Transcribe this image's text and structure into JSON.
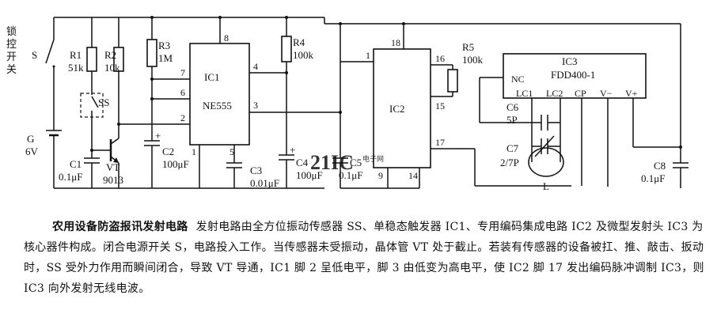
{
  "switch": {
    "name": "S",
    "label_chars": [
      "锁",
      "控",
      "开",
      "关"
    ]
  },
  "battery": {
    "name": "G",
    "value": "6V"
  },
  "r1": {
    "name": "R1",
    "value": "51k"
  },
  "r2": {
    "name": "R2",
    "value": "10k"
  },
  "r3": {
    "name": "R3",
    "value": "1M"
  },
  "r4": {
    "name": "R4",
    "value": "100k"
  },
  "r5": {
    "name": "R5",
    "value": "100k"
  },
  "ss": {
    "name": "SS"
  },
  "c1": {
    "name": "C1",
    "value": "0.1μF"
  },
  "c2": {
    "name": "C2",
    "value": "100μF",
    "polarity": "+"
  },
  "c3": {
    "name": "C3",
    "value": "0.01μF"
  },
  "c4": {
    "name": "C4",
    "value": "100μF",
    "polarity": "+"
  },
  "c5": {
    "name": "C5",
    "value": "0.1μF"
  },
  "c6": {
    "name": "C6",
    "value": "5P"
  },
  "c7": {
    "name": "C7",
    "value": "2/7P"
  },
  "c8": {
    "name": "C8",
    "value": "0.1μF"
  },
  "vt": {
    "name": "VT",
    "value": "9013"
  },
  "coil": {
    "name": "L"
  },
  "ic1": {
    "name": "IC1",
    "part": "NE555",
    "pins": {
      "p8": "8",
      "p7": "7",
      "p6": "6",
      "p2": "2",
      "p4": "4",
      "p3": "3",
      "p1": "1",
      "p5": "5"
    }
  },
  "ic2": {
    "name": "IC2",
    "pins": {
      "p1": "1",
      "p18": "18",
      "p16": "16",
      "p15": "15",
      "p17": "17",
      "p9": "9",
      "p14": "14"
    }
  },
  "ic3": {
    "name": "IC3",
    "part": "FDD400-1",
    "pins": {
      "nc": "NC",
      "lc1": "LC1",
      "lc2": "LC2",
      "cp": "CP",
      "vm": "V−",
      "vp": "V+"
    }
  },
  "watermark": {
    "main": "21IC",
    "sub": "电子网"
  },
  "caption": {
    "title": "农用设备防盗报讯发射电路",
    "body": "发射电路由全方位振动传感器 SS、单稳态触发器 IC1、专用编码集成电路 IC2 及微型发射头 IC3 为核心器件构成。闭合电源开关 S，电路投入工作。当传感器未受振动，晶体管 VT 处于截止。若装有传感器的设备被扛、推、敲击、扳动时，SS 受外力作用而瞬间闭合，导致 VT 导通，IC1 脚 2 呈低电平，脚 3 由低变为高电平，使 IC2 脚 17 发出编码脉冲调制 IC3，则 IC3 向外发射无线电波。"
  }
}
